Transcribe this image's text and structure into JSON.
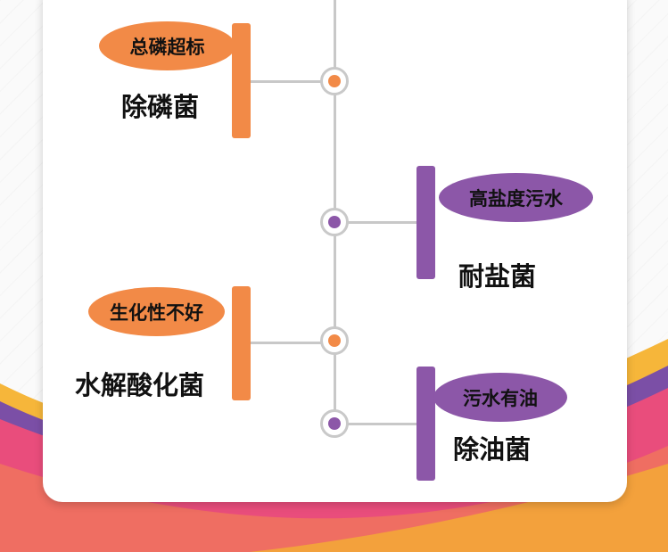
{
  "colors": {
    "orange": "#f28a47",
    "purple": "#8c57a8"
  },
  "items": [
    {
      "tag": "总磷超标",
      "name": "除磷菌",
      "color": "orange",
      "side": "left"
    },
    {
      "tag": "高盐度污水",
      "name": "耐盐菌",
      "color": "purple",
      "side": "right"
    },
    {
      "tag": "生化性不好",
      "name": "水解酸化菌",
      "color": "orange",
      "side": "left"
    },
    {
      "tag": "污水有油",
      "name": "除油菌",
      "color": "purple",
      "side": "right"
    }
  ]
}
